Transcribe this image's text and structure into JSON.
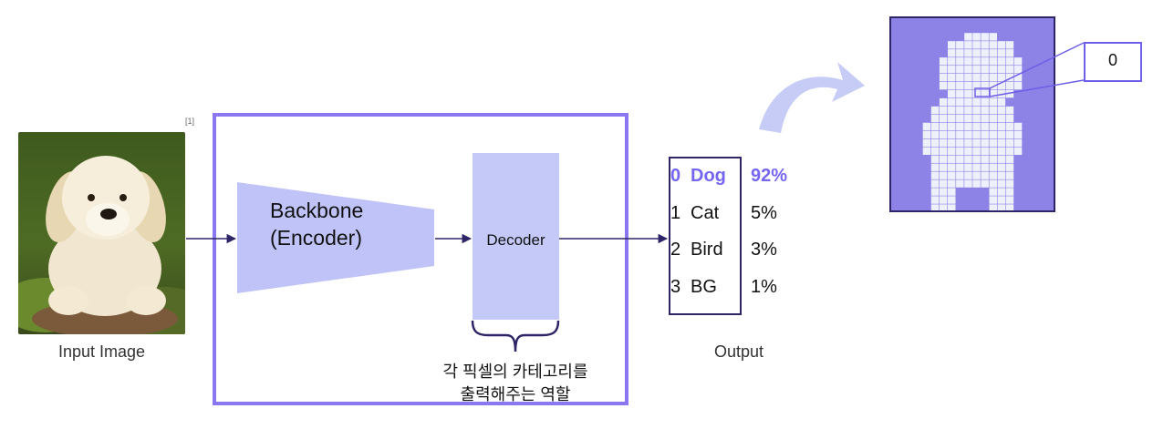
{
  "input": {
    "label": "Input Image",
    "ref": "[1]"
  },
  "encoder": {
    "line1": "Backbone",
    "line2": "(Encoder)"
  },
  "decoder": {
    "label": "Decoder",
    "note_line1": "각 픽셀의 카테고리를",
    "note_line2": "출력해주는 역할"
  },
  "output": {
    "label": "Output",
    "rows": [
      {
        "index": "0",
        "name": "Dog",
        "pct": "92%"
      },
      {
        "index": "1",
        "name": "Cat",
        "pct": "5%"
      },
      {
        "index": "2",
        "name": "Bird",
        "pct": "3%"
      },
      {
        "index": "3",
        "name": "BG",
        "pct": "1%"
      }
    ]
  },
  "zoom": {
    "value": "0"
  },
  "colors": {
    "accent": "#8a77f2",
    "encoder_fill": "#bfc3f7",
    "decoder_fill": "#c5c9f8",
    "arrow_line": "#2e2566",
    "highlight_text": "#7566f0",
    "curve_arrow": "#c7ccf6",
    "grid_dark": "#8d83e6",
    "grid_light": "#eef0fb"
  }
}
